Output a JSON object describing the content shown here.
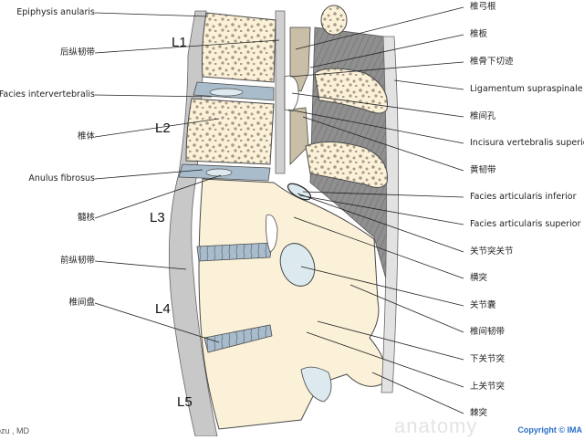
{
  "diagram": {
    "title": "Lumbar spine sagittal section",
    "levels": [
      "L1",
      "L2",
      "L3",
      "L4",
      "L5"
    ],
    "left_labels": [
      {
        "id": "epiphysis",
        "text": "Epiphysis anularis"
      },
      {
        "id": "plp",
        "text": "后纵韧带"
      },
      {
        "id": "facies-inter",
        "text": "Facies intervertebralis"
      },
      {
        "id": "body",
        "text": "椎体"
      },
      {
        "id": "anulus",
        "text": "Anulus fibrosus"
      },
      {
        "id": "nucleus",
        "text": "髓核"
      },
      {
        "id": "alp",
        "text": "前纵韧带"
      },
      {
        "id": "disc",
        "text": "椎间盘"
      }
    ],
    "right_labels": [
      {
        "id": "pedicle",
        "text": "椎弓根"
      },
      {
        "id": "lamina",
        "text": "椎板"
      },
      {
        "id": "inf-notch",
        "text": "椎骨下切迹"
      },
      {
        "id": "supraspinale",
        "text": "Ligamentum supraspinale"
      },
      {
        "id": "foramen",
        "text": "椎间孔"
      },
      {
        "id": "incisura",
        "text": "Incisura vertebralis superior"
      },
      {
        "id": "flavum",
        "text": "黄韧带"
      },
      {
        "id": "fac-inf",
        "text": "Facies articularis inferior"
      },
      {
        "id": "fac-sup",
        "text": "Facies articularis superior"
      },
      {
        "id": "zyg-joint",
        "text": "关节突关节"
      },
      {
        "id": "transverse",
        "text": "横突"
      },
      {
        "id": "capsule",
        "text": "关节囊"
      },
      {
        "id": "interspinous",
        "text": "椎间韧带"
      },
      {
        "id": "inf-process",
        "text": "下关节突"
      },
      {
        "id": "sup-process",
        "text": "上关节突"
      },
      {
        "id": "spinous",
        "text": "棘突"
      }
    ],
    "copyright": "Copyright © IMA",
    "author": "ozu , MD",
    "watermark": "anatomy",
    "colors": {
      "bone": "#fbf1d8",
      "bone_outline": "#4a4a4a",
      "spongy": "#a89a86",
      "ligament": "#c8c8c8",
      "disc": "#a9bccb",
      "nucleus": "#dce9ee",
      "pedicle": "#c9bfa6",
      "dark_ligament": "#8e8e8e",
      "copyright": "#2a6fc9"
    }
  }
}
